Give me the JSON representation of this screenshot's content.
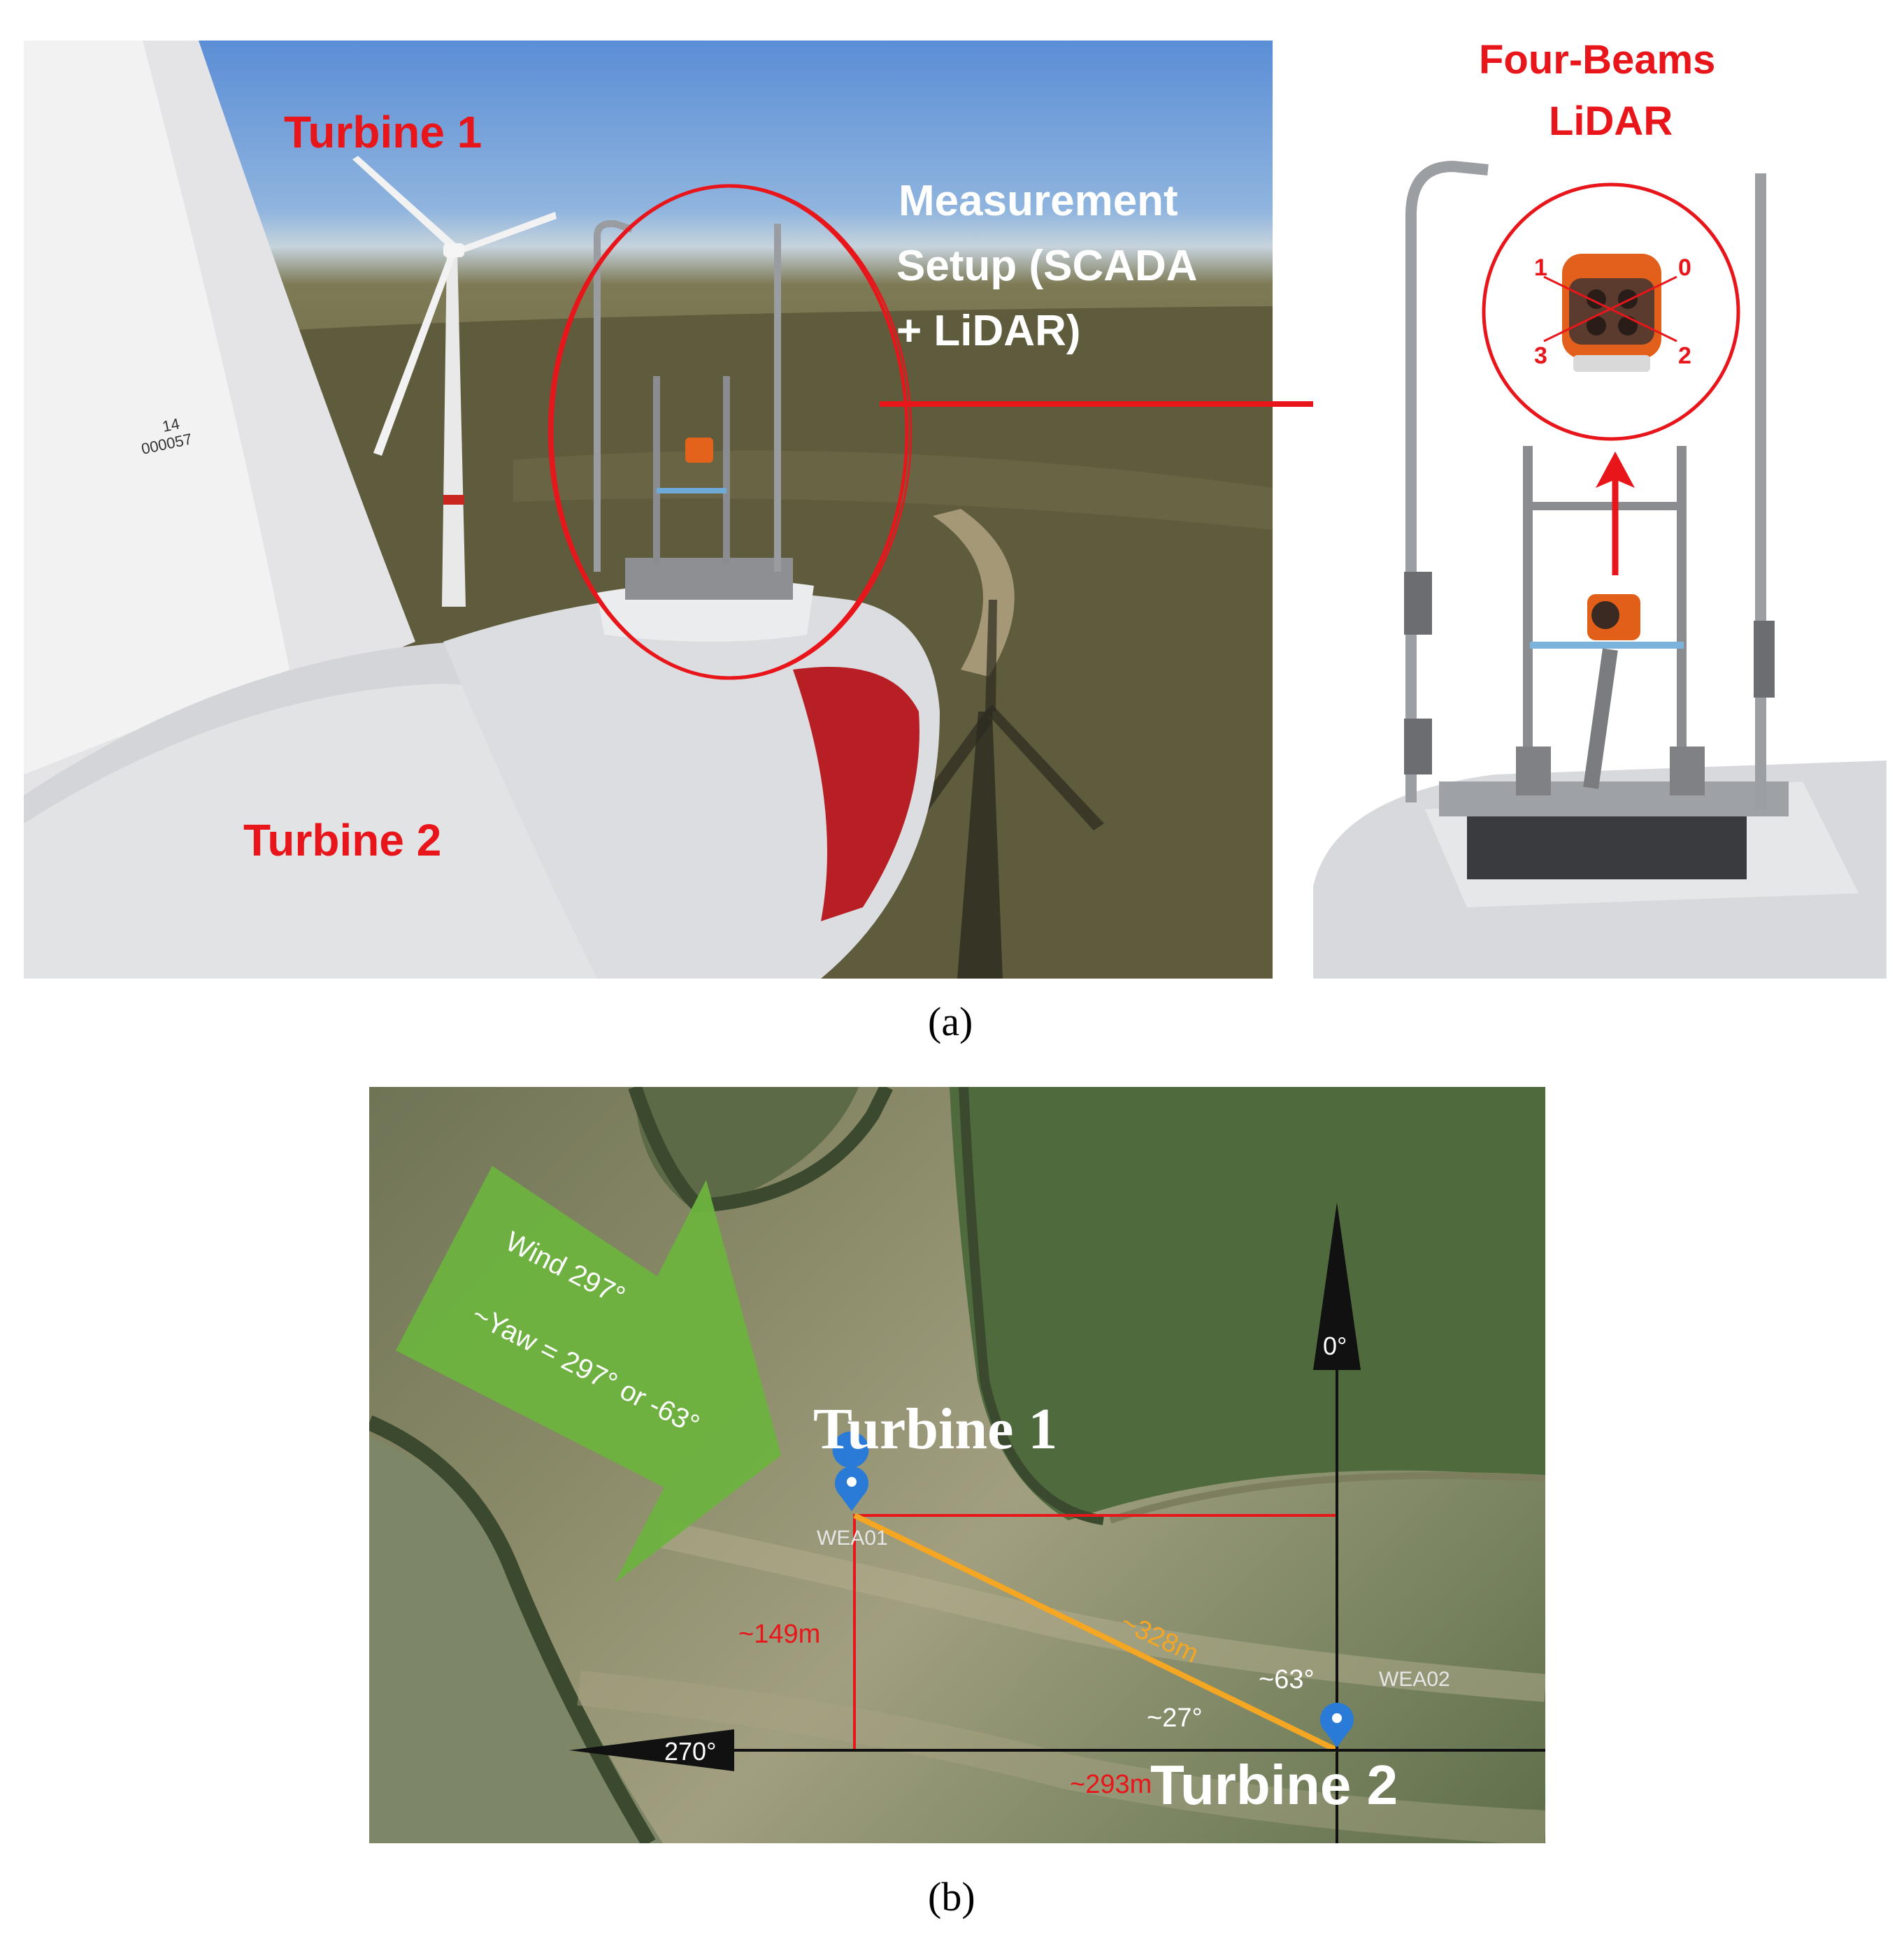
{
  "panel_a": {
    "turbine1_label": "Turbine 1",
    "turbine2_label": "Turbine 2",
    "setup_line1": "Measurement",
    "setup_line2": "Setup (SCADA",
    "setup_line3": "+ LiDAR)",
    "lidar_line1": "Four-Beams",
    "lidar_line2": "LiDAR",
    "beam_numbers": [
      "1",
      "0",
      "3",
      "2"
    ],
    "blade_text": [
      "14",
      "000057"
    ],
    "caption": "(a)"
  },
  "panel_b": {
    "wind_label": "Wind 297°",
    "yaw_label": "~Yaw = 297° or -63°",
    "turbine1_label": "Turbine 1",
    "turbine2_label": "Turbine 2",
    "wea01": "WEA01",
    "wea02": "WEA02",
    "north_label": "0°",
    "west_label": "270°",
    "dist_diag": "~328m",
    "dist_vert": "~149m",
    "dist_horiz": "~293m",
    "angle_63": "~63°",
    "angle_27": "~27°",
    "caption": "(b)"
  },
  "colors": {
    "label_red": "#e8161b",
    "arrow_green": "#6db33f",
    "line_orange": "#f5a623",
    "pin_blue": "#2a7ad8"
  }
}
